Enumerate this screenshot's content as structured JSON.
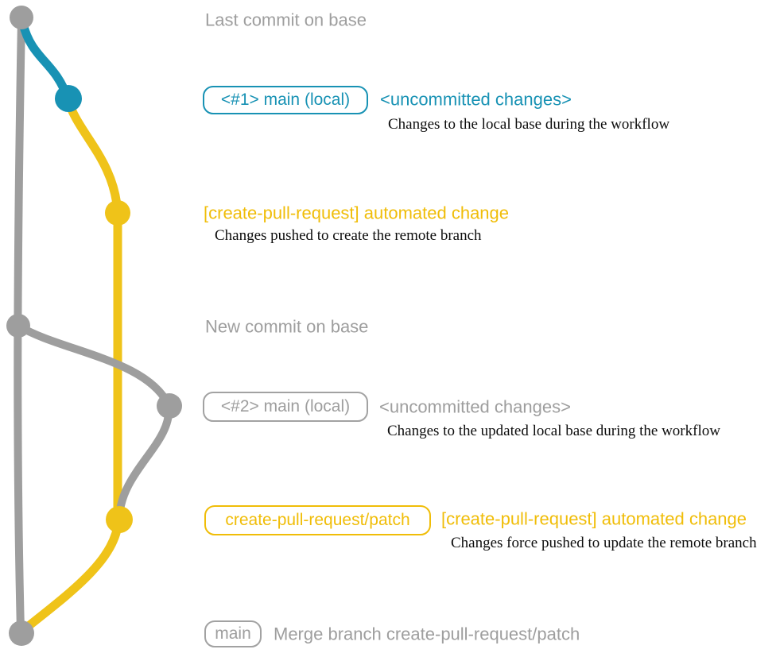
{
  "colors": {
    "gray": "#9e9e9e",
    "blue": "#1892b4",
    "yellow_line": "#efc319",
    "yellow_text": "#f0bd08",
    "description_text": "#0d0d0d"
  },
  "annotations": {
    "commit1": {
      "title": "Last commit on base"
    },
    "commit2": {
      "badge": "<#1> main (local)",
      "label": "<uncommitted changes>",
      "description": "Changes to the local base during the workflow"
    },
    "commit3": {
      "label": "[create-pull-request] automated change",
      "description": "Changes pushed to create the remote branch"
    },
    "commit4": {
      "title": "New commit on base"
    },
    "commit5": {
      "badge": "<#2> main (local)",
      "label": "<uncommitted changes>",
      "description": "Changes to the updated local base during the workflow"
    },
    "commit6": {
      "badge": "create-pull-request/patch",
      "label": "[create-pull-request] automated change",
      "description": "Changes force pushed to update the remote branch"
    },
    "commit7": {
      "badge": "main",
      "label": "Merge branch create-pull-request/patch"
    }
  }
}
